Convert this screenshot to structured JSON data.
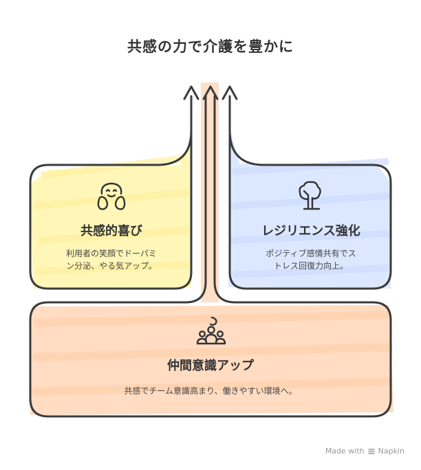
{
  "title": "共感の力で介護を豊かに",
  "cards": [
    {
      "label": "共感的喜び",
      "description_lines": [
        "利用者の笑顔でドーパミ",
        "ン分泌、やる気アップ。"
      ],
      "icon": "smiling-face-with-hands-icon",
      "color": "#fff6b8"
    },
    {
      "label": "レジリエンス強化",
      "description_lines": [
        "ポジティブ感情共有でス",
        "トレス回復力向上。"
      ],
      "icon": "tree-icon",
      "color": "#dce8ff"
    },
    {
      "label": "仲間意識アップ",
      "description_lines": [
        "共感でチーム意識高まり、働きやすい環境へ。"
      ],
      "icon": "team-people-icon",
      "color": "#ffdcc2"
    }
  ],
  "footer": {
    "made_with": "Made with",
    "brand": "Napkin"
  }
}
